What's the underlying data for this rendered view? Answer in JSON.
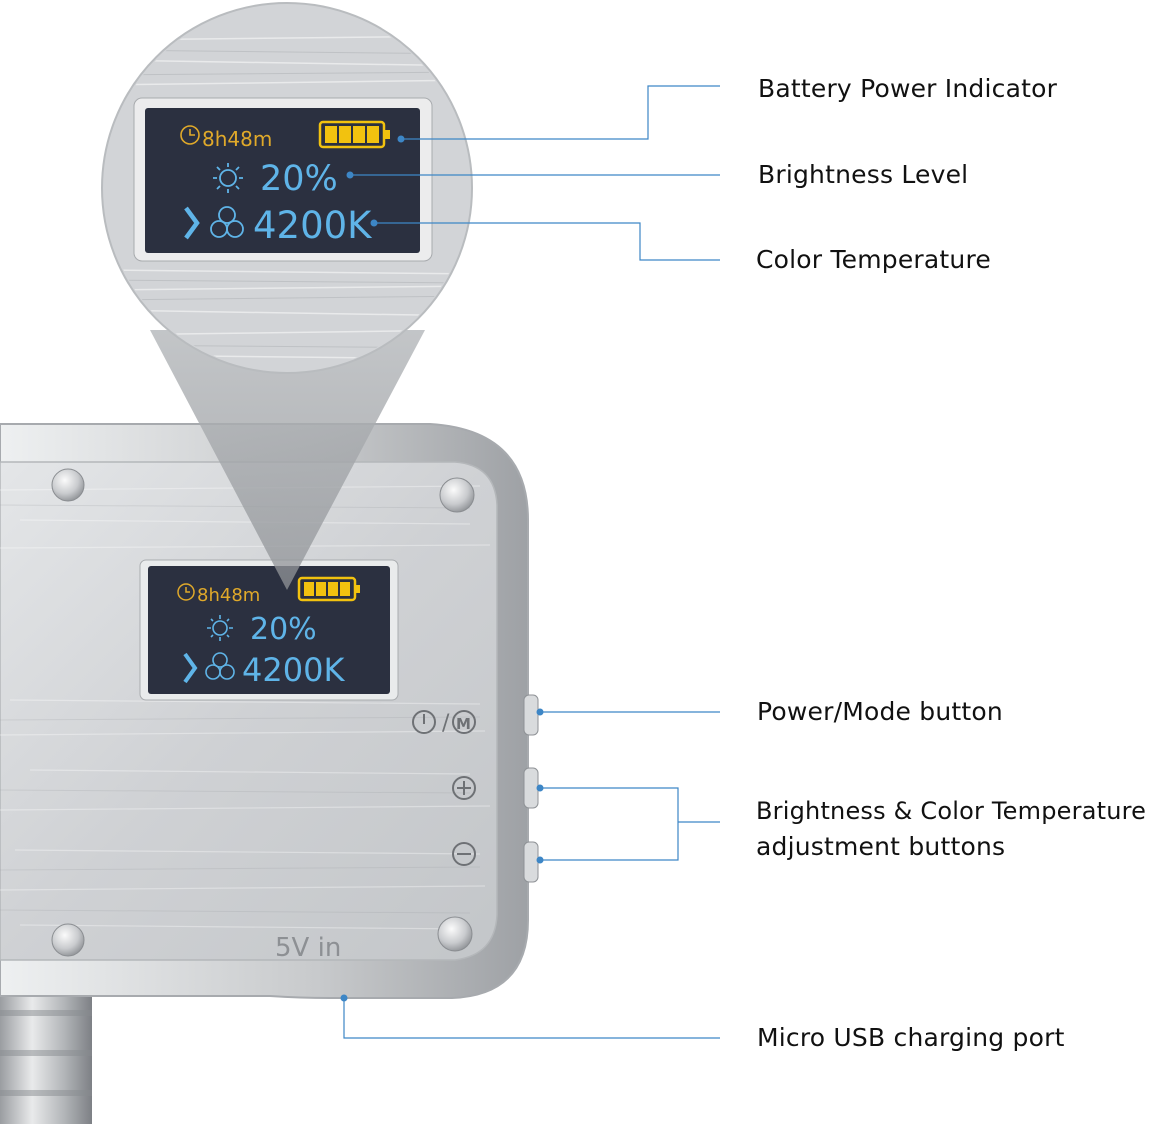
{
  "display": {
    "runtime": "8h48m",
    "brightness": "20%",
    "color_temp": "4200K",
    "battery_bars": 4,
    "battery_color": "#f2c20f",
    "text_color": "#5fb4e8"
  },
  "device": {
    "port_label": "5V in"
  },
  "callouts": {
    "battery": "Battery Power Indicator",
    "brightness": "Brightness Level",
    "color_temp": "Color Temperature",
    "power_mode": "Power/Mode button",
    "adjust_line1": "Brightness & Color Temperature",
    "adjust_line2": "adjustment buttons",
    "usb": "Micro USB charging port"
  },
  "colors": {
    "leader_line": "#3d86c6",
    "metal": "#d6d8db",
    "screen": "#2b3040"
  },
  "icons": [
    "clock-icon",
    "battery-icon",
    "sun-icon",
    "chevron-right-icon",
    "rgb-circles-icon",
    "power-icon",
    "mode-icon",
    "plus-icon",
    "minus-icon"
  ]
}
